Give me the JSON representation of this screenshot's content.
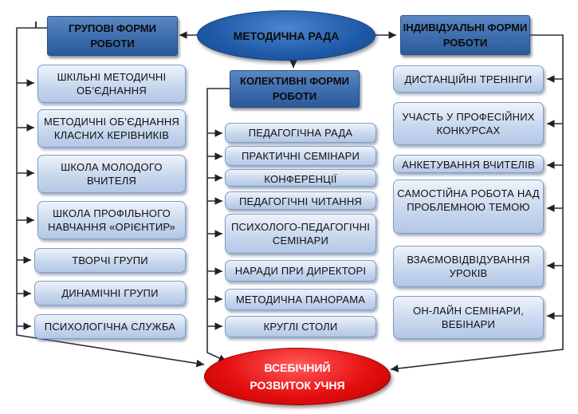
{
  "center_title": "МЕТОДИЧНА РАДА",
  "bottom_goal": "ВСЕБІЧНИЙ РОЗВИТОК УЧНЯ",
  "group": {
    "header": "ГРУПОВІ ФОРМИ РОБОТИ",
    "items": [
      "ШКІЛЬНІ МЕТОДИЧНІ ОБ’ЄДНАННЯ",
      "МЕТОДИЧНІ ОБ’ЄДНАННЯ КЛАСНИХ КЕРІВНИКІВ",
      "ШКОЛА МОЛОДОГО ВЧИТЕЛЯ",
      "ШКОЛА ПРОФІЛЬНОГО НАВЧАННЯ «ОРІЄНТИР»",
      "ТВОРЧІ ГРУПИ",
      "ДИНАМІЧНІ ГРУПИ",
      "ПСИХОЛОГІЧНА СЛУЖБА"
    ]
  },
  "collective": {
    "header": "КОЛЕКТИВНІ ФОРМИ РОБОТИ",
    "items": [
      "ПЕДАГОГІЧНА РАДА",
      "ПРАКТИЧНІ СЕМІНАРИ",
      "КОНФЕРЕНЦІЇ",
      "ПЕДАГОГІЧНІ ЧИТАННЯ",
      "ПСИХОЛОГО-ПЕДАГОГІЧНІ СЕМІНАРИ",
      "НАРАДИ ПРИ ДИРЕКТОРІ",
      "МЕТОДИЧНА ПАНОРАМА",
      "КРУГЛІ СТОЛИ"
    ]
  },
  "individual": {
    "header": "ІНДИВІДУАЛЬНІ ФОРМИ РОБОТИ",
    "items": [
      "ДИСТАНЦІЙНІ ТРЕНІНГИ",
      "УЧАСТЬ У ПРОФЕСІЙНИХ КОНКУРСАХ",
      "АНКЕТУВАННЯ ВЧИТЕЛІВ",
      "САМОСТІЙНА РОБОТА НАД ПРОБЛЕМНОЮ ТЕМОЮ",
      "ВЗАЄМОВІДВІДУВАННЯ УРОКІВ",
      "ОН-ЛАЙН СЕМІНАРИ, ВЕБІНАРИ"
    ]
  }
}
